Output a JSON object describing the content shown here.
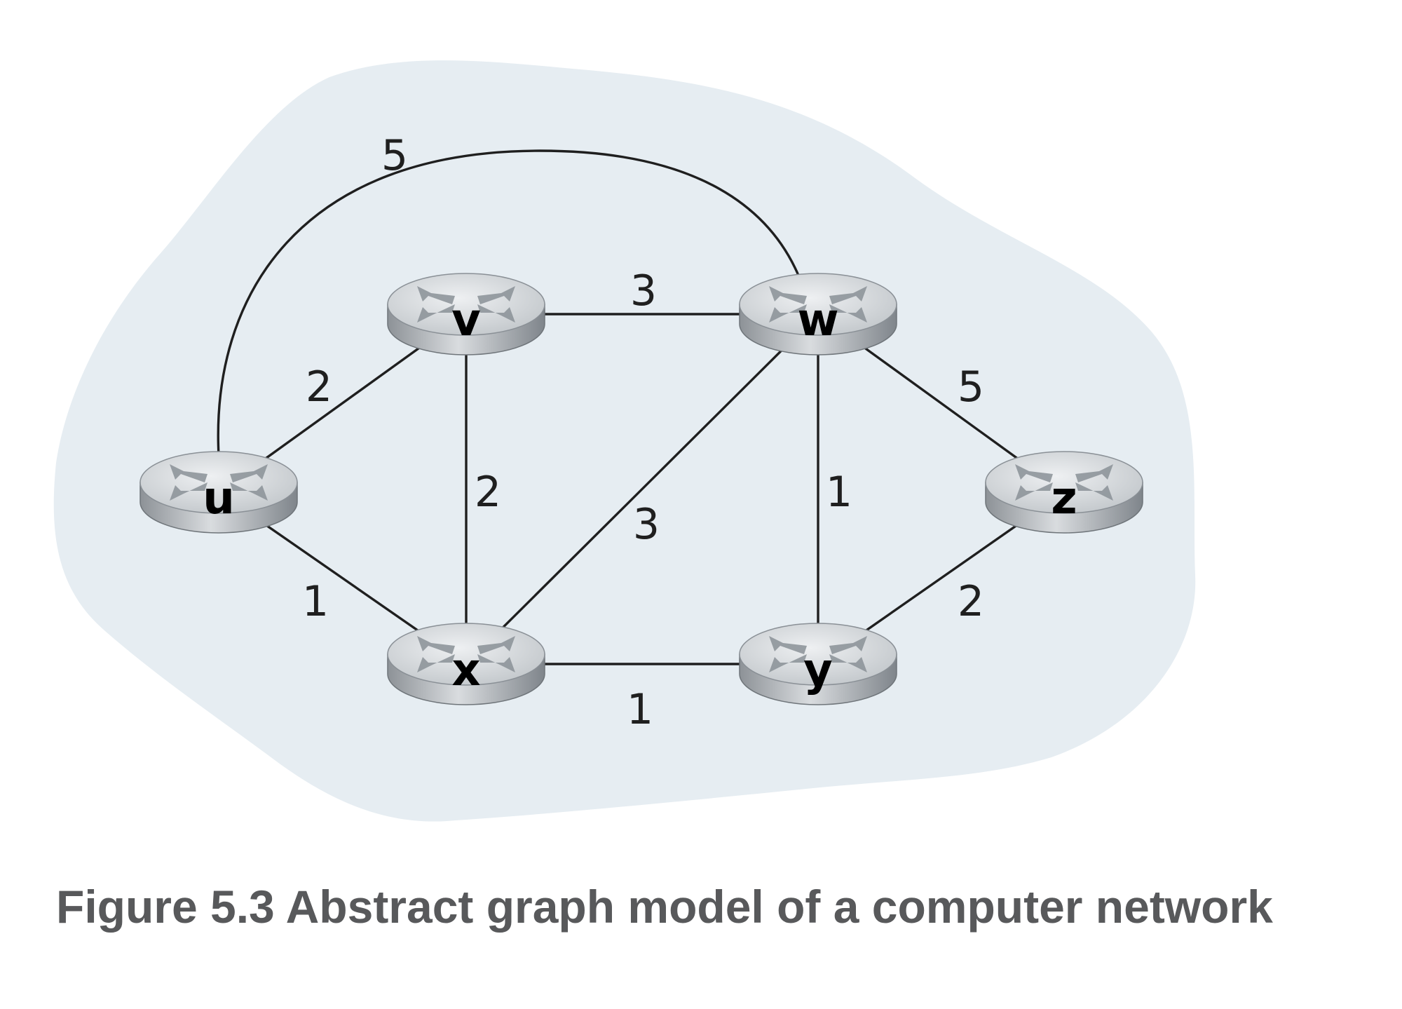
{
  "caption": "Figure 5.3 Abstract graph model of a computer network",
  "colors": {
    "cloud": "#e6edf2",
    "edge": "#1f1f1f",
    "router_top": "#d5d8dc",
    "router_side": "#a9aeb3",
    "router_mark": "#8a9096",
    "caption": "#58595b"
  },
  "nodes": [
    {
      "id": "u",
      "label": "u"
    },
    {
      "id": "v",
      "label": "v"
    },
    {
      "id": "w",
      "label": "w"
    },
    {
      "id": "x",
      "label": "x"
    },
    {
      "id": "y",
      "label": "y"
    },
    {
      "id": "z",
      "label": "z"
    }
  ],
  "edges": [
    {
      "from": "u",
      "to": "w",
      "weight": "5"
    },
    {
      "from": "u",
      "to": "v",
      "weight": "2"
    },
    {
      "from": "u",
      "to": "x",
      "weight": "1"
    },
    {
      "from": "v",
      "to": "w",
      "weight": "3"
    },
    {
      "from": "v",
      "to": "x",
      "weight": "2"
    },
    {
      "from": "x",
      "to": "w",
      "weight": "3"
    },
    {
      "from": "w",
      "to": "y",
      "weight": "1"
    },
    {
      "from": "w",
      "to": "z",
      "weight": "5"
    },
    {
      "from": "x",
      "to": "y",
      "weight": "1"
    },
    {
      "from": "y",
      "to": "z",
      "weight": "2"
    }
  ]
}
